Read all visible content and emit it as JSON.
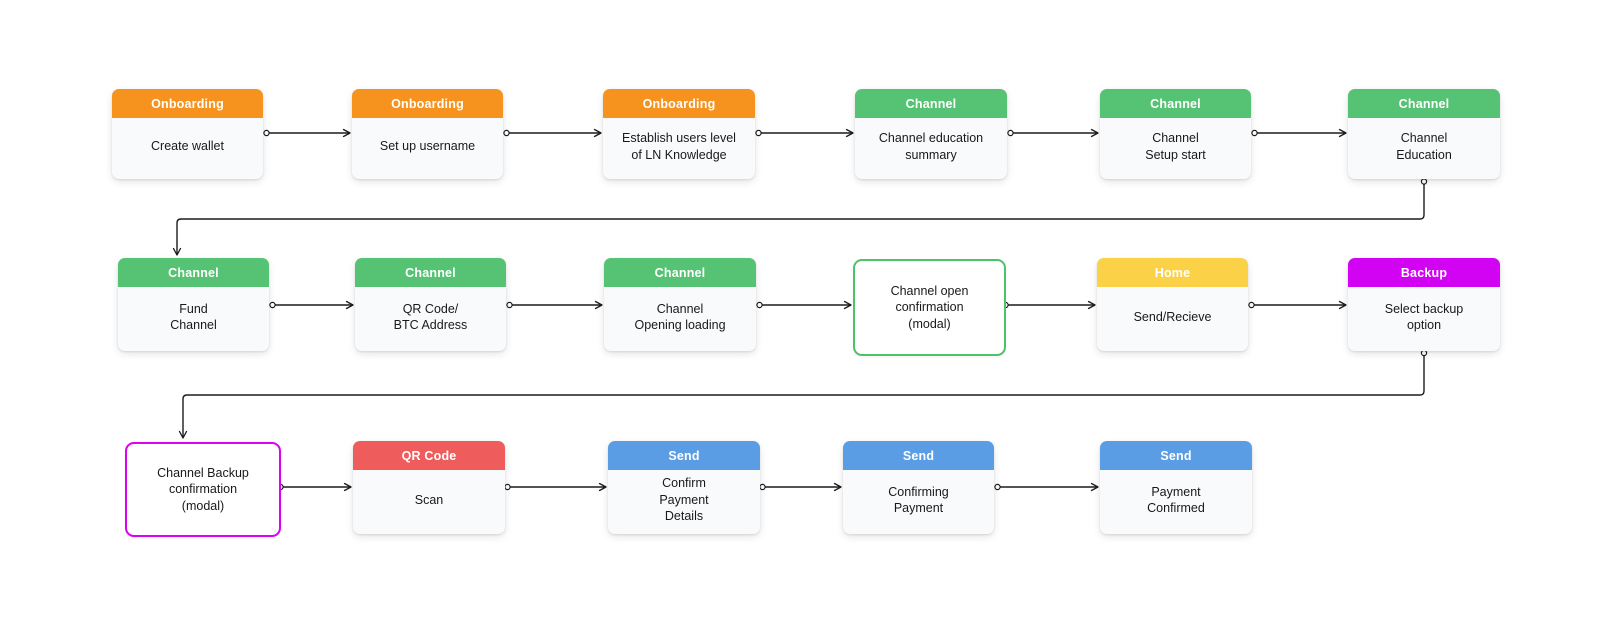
{
  "diagram": {
    "description": "Lightning Network wallet user flow diagram",
    "palette": {
      "onboarding": "#F6921E",
      "channel": "#56C274",
      "home": "#FBD247",
      "backup": "#D203F2",
      "qr_code": "#EE5C5C",
      "send": "#5B9DE4",
      "modal_green_border": "#4CC368",
      "modal_magenta_border": "#D903F2",
      "connector": "#1C1C1C",
      "card_body_bg": "#F9FAFB",
      "header_text": "#FFFFFF",
      "body_text": "#18191B",
      "canvas_bg": "#FFFFFF"
    },
    "nodes": [
      {
        "id": "create-wallet",
        "kind": "screen",
        "category": "onboarding",
        "header": "Onboarding",
        "body": "Create wallet"
      },
      {
        "id": "set-up-username",
        "kind": "screen",
        "category": "onboarding",
        "header": "Onboarding",
        "body": "Set up username"
      },
      {
        "id": "establish-users-level",
        "kind": "screen",
        "category": "onboarding",
        "header": "Onboarding",
        "body": "Establish users level\nof LN Knowledge"
      },
      {
        "id": "channel-education-summary",
        "kind": "screen",
        "category": "channel",
        "header": "Channel",
        "body": "Channel education\nsummary"
      },
      {
        "id": "channel-setup-start",
        "kind": "screen",
        "category": "channel",
        "header": "Channel",
        "body": "Channel\nSetup start"
      },
      {
        "id": "channel-education",
        "kind": "screen",
        "category": "channel",
        "header": "Channel",
        "body": "Channel\nEducation"
      },
      {
        "id": "fund-channel",
        "kind": "screen",
        "category": "channel",
        "header": "Channel",
        "body": "Fund\nChannel"
      },
      {
        "id": "qr-code-btc-address",
        "kind": "screen",
        "category": "channel",
        "header": "Channel",
        "body": "QR Code/\nBTC Address"
      },
      {
        "id": "channel-opening-loading",
        "kind": "screen",
        "category": "channel",
        "header": "Channel",
        "body": "Channel\nOpening loading"
      },
      {
        "id": "channel-open-confirmation-modal",
        "kind": "modal",
        "category": "channel",
        "header": "",
        "body": "Channel open\nconfirmation\n(modal)"
      },
      {
        "id": "send-receive",
        "kind": "screen",
        "category": "home",
        "header": "Home",
        "body": "Send/Recieve"
      },
      {
        "id": "select-backup-option",
        "kind": "screen",
        "category": "backup",
        "header": "Backup",
        "body": "Select backup\noption"
      },
      {
        "id": "channel-backup-confirmation-modal",
        "kind": "modal",
        "category": "backup",
        "header": "",
        "body": "Channel Backup\nconfirmation\n(modal)"
      },
      {
        "id": "scan",
        "kind": "screen",
        "category": "qr_code",
        "header": "QR Code",
        "body": "Scan"
      },
      {
        "id": "confirm-payment-details",
        "kind": "screen",
        "category": "send",
        "header": "Send",
        "body": "Confirm\nPayment\nDetails"
      },
      {
        "id": "confirming-payment",
        "kind": "screen",
        "category": "send",
        "header": "Send",
        "body": "Confirming\nPayment"
      },
      {
        "id": "payment-confirmed",
        "kind": "screen",
        "category": "send",
        "header": "Send",
        "body": "Payment\nConfirmed"
      }
    ],
    "edges": [
      {
        "from": "create-wallet",
        "to": "set-up-username"
      },
      {
        "from": "set-up-username",
        "to": "establish-users-level"
      },
      {
        "from": "establish-users-level",
        "to": "channel-education-summary"
      },
      {
        "from": "channel-education-summary",
        "to": "channel-setup-start"
      },
      {
        "from": "channel-setup-start",
        "to": "channel-education"
      },
      {
        "from": "channel-education",
        "to": "fund-channel"
      },
      {
        "from": "fund-channel",
        "to": "qr-code-btc-address"
      },
      {
        "from": "qr-code-btc-address",
        "to": "channel-opening-loading"
      },
      {
        "from": "channel-opening-loading",
        "to": "channel-open-confirmation-modal"
      },
      {
        "from": "channel-open-confirmation-modal",
        "to": "send-receive"
      },
      {
        "from": "send-receive",
        "to": "select-backup-option"
      },
      {
        "from": "select-backup-option",
        "to": "channel-backup-confirmation-modal"
      },
      {
        "from": "channel-backup-confirmation-modal",
        "to": "scan"
      },
      {
        "from": "scan",
        "to": "confirm-payment-details"
      },
      {
        "from": "confirm-payment-details",
        "to": "confirming-payment"
      },
      {
        "from": "confirming-payment",
        "to": "payment-confirmed"
      }
    ]
  }
}
